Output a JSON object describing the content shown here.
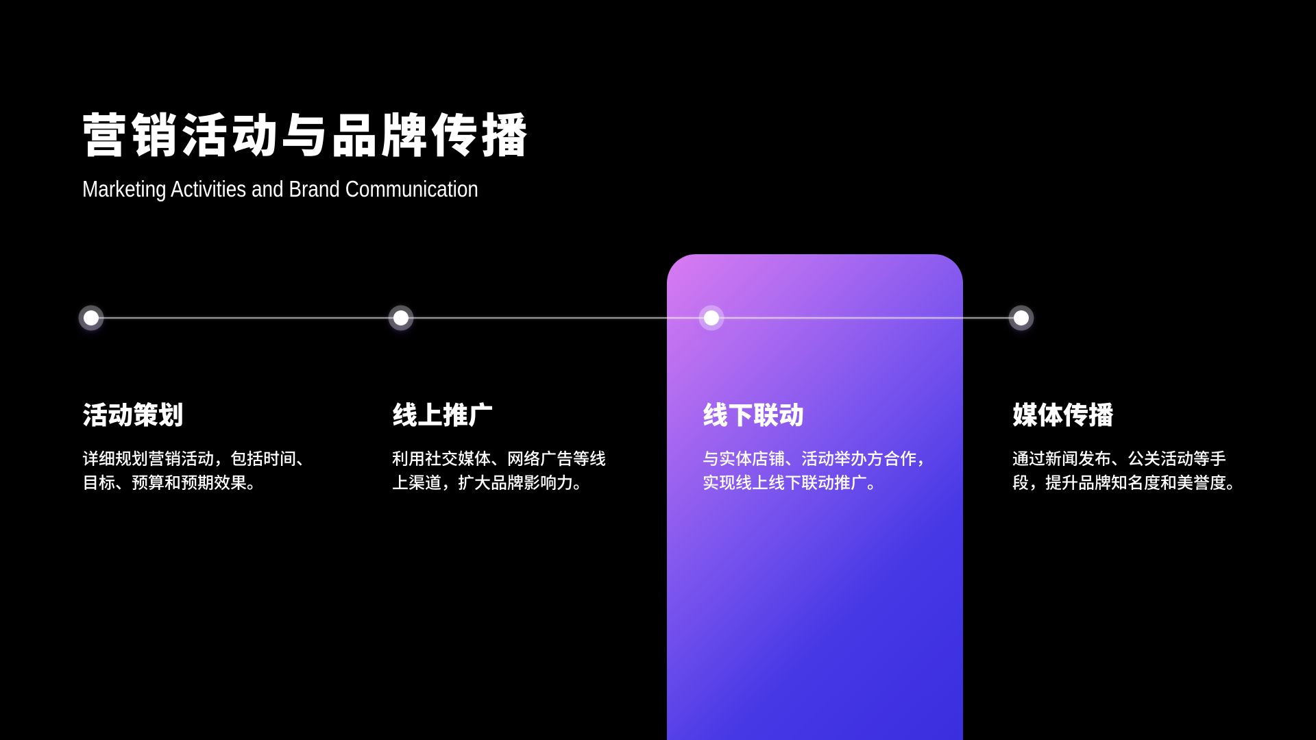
{
  "slide": {
    "title": "营销活动与品牌传播",
    "subtitle": "Marketing Activities and Brand Communication",
    "colors": {
      "background": "#000000",
      "text": "#ffffff",
      "card_gradient_top_left": "#d97bf1",
      "card_gradient_bottom_right": "#3a2edf",
      "timeline_line": "rgba(255,255,255,0.6)"
    },
    "timeline": {
      "node_count": 4,
      "highlighted_item_index": 2
    },
    "items": [
      {
        "heading": "活动策划",
        "body": "详细规划营销活动，包括时间、\n目标、预算和预期效果。",
        "highlighted": false
      },
      {
        "heading": "线上推广",
        "body": "利用社交媒体、网络广告等线\n上渠道，扩大品牌影响力。",
        "highlighted": false
      },
      {
        "heading": "线下联动",
        "body": "与实体店铺、活动举办方合作，\n实现线上线下联动推广。",
        "highlighted": true
      },
      {
        "heading": "媒体传播",
        "body": "通过新闻发布、公关活动等手\n段，提升品牌知名度和美誉度。",
        "highlighted": false
      }
    ]
  }
}
